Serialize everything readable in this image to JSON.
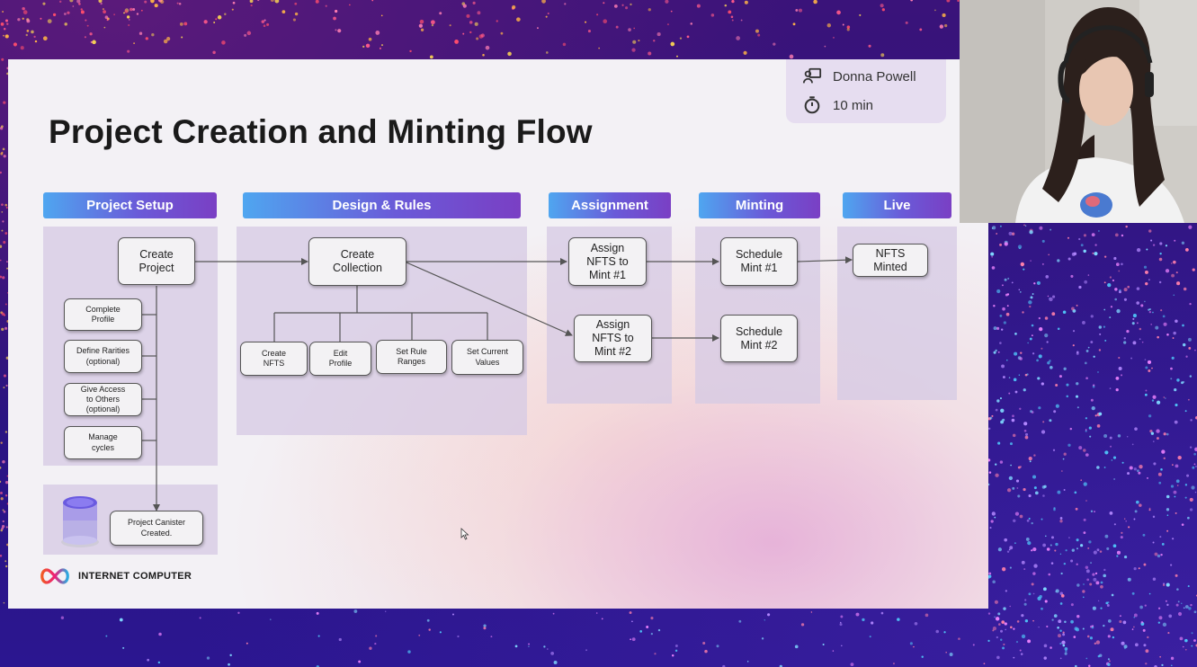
{
  "slide": {
    "title": "Project Creation and Minting Flow",
    "speaker_name": "Donna Powell",
    "duration": "10 min",
    "logo_text": "INTERNET COMPUTER"
  },
  "phases": [
    "Project Setup",
    "Design & Rules",
    "Assignment",
    "Minting",
    "Live"
  ],
  "nodes": {
    "create_project": "Create\nProject",
    "complete_profile": "Complete\nProfile",
    "define_rarities": "Define Rarities\n(optional)",
    "give_access": "Give Access\nto Others\n(optional)",
    "manage_cycles": "Manage\ncycles",
    "project_canister": "Project Canister\nCreated.",
    "create_collection": "Create\nCollection",
    "create_nfts": "Create\nNFTS",
    "edit_profile": "Edit\nProfile",
    "set_rule_ranges": "Set Rule\nRanges",
    "set_current_values": "Set Current\nValues",
    "assign_mint1": "Assign\nNFTS to\nMint #1",
    "assign_mint2": "Assign\nNFTS to\nMint #2",
    "schedule_mint1": "Schedule\nMint #1",
    "schedule_mint2": "Schedule\nMint #2",
    "nfts_minted": "NFTS\nMinted"
  },
  "colors": {
    "phase_gradient_start": "#4fa6f0",
    "phase_gradient_end": "#7a3fc4",
    "panel": "#d6cbe4",
    "speaker_card": "#e6ddf0",
    "background": "#2a1173"
  },
  "icons": [
    "presenter-icon",
    "timer-icon",
    "canister-icon",
    "infinity-logo-icon",
    "cursor-icon"
  ]
}
